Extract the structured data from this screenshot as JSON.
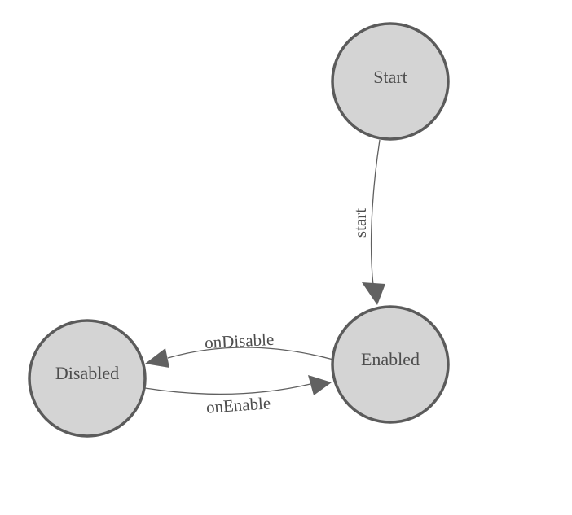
{
  "diagram": {
    "type": "state-machine",
    "background": "#ffffff",
    "colors": {
      "node_fill": "#d4d4d4",
      "node_stroke": "#5b5b5b",
      "edge_stroke": "#5f5f5f",
      "arrow_fill": "#616161",
      "text": "#4d4d4d"
    },
    "nodes": [
      {
        "id": "start",
        "label": "Start"
      },
      {
        "id": "enabled",
        "label": "Enabled"
      },
      {
        "id": "disabled",
        "label": "Disabled"
      }
    ],
    "edges": [
      {
        "label": "start",
        "from": "start",
        "to": "enabled"
      },
      {
        "label": "onDisable",
        "from": "enabled",
        "to": "disabled"
      },
      {
        "label": "onEnable",
        "from": "disabled",
        "to": "enabled"
      }
    ]
  }
}
